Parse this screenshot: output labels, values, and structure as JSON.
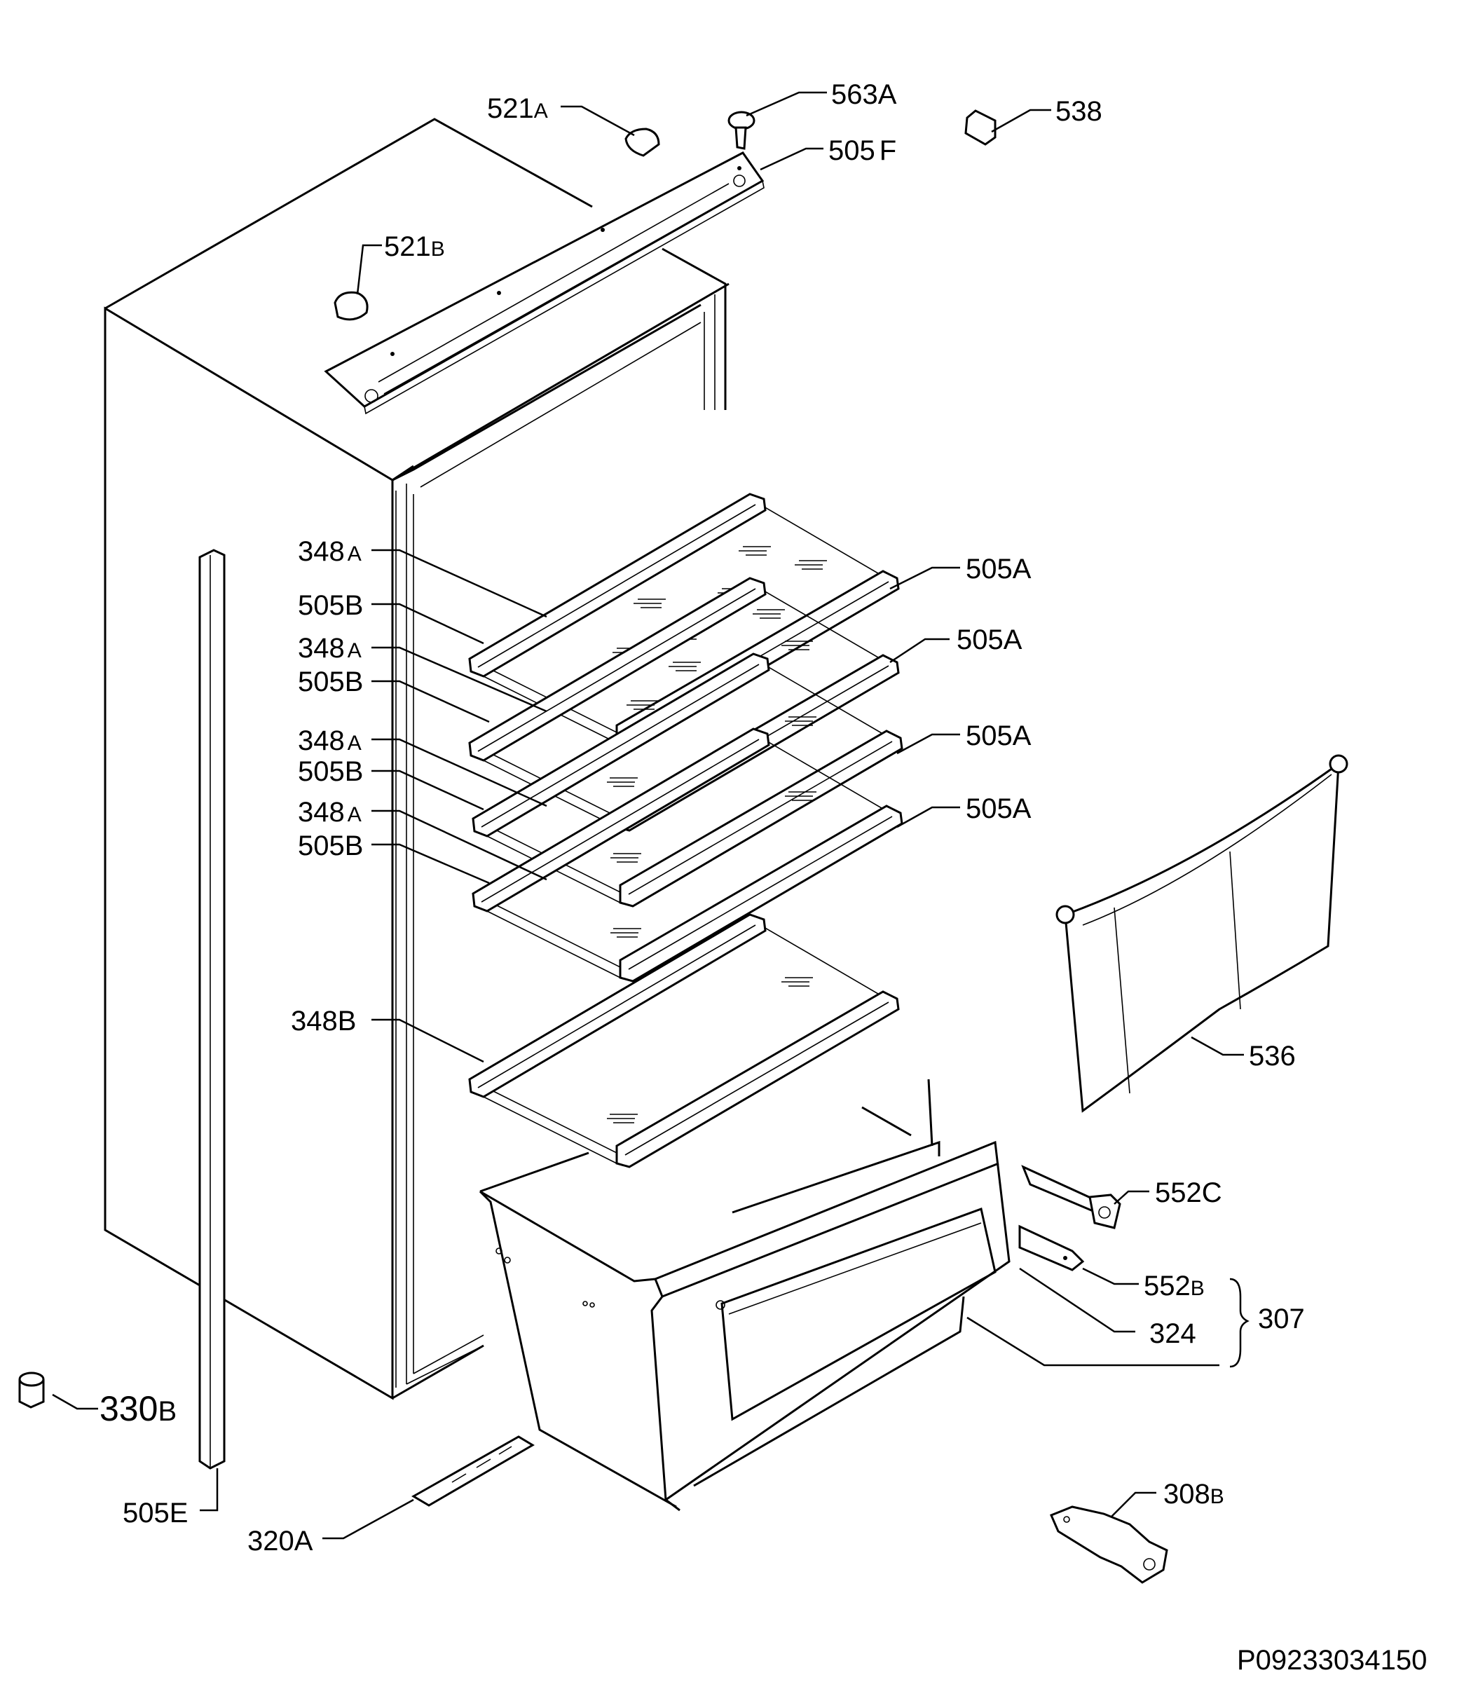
{
  "diagram": {
    "drawing_code": "P09233034150",
    "labels": {
      "l_521A": {
        "num": "521",
        "suf": "A"
      },
      "l_563A": {
        "num": "563A",
        "suf": ""
      },
      "l_538": {
        "num": "538",
        "suf": ""
      },
      "l_505F": {
        "num": "505",
        "suf": "F"
      },
      "l_521B": {
        "num": "521",
        "suf": "B"
      },
      "l_348A_1": {
        "num": "348",
        "suf": "A"
      },
      "l_505B_1": {
        "num": "505B",
        "suf": ""
      },
      "l_348A_2": {
        "num": "348",
        "suf": "A"
      },
      "l_505B_2": {
        "num": "505B",
        "suf": ""
      },
      "l_348A_3": {
        "num": "348",
        "suf": "A"
      },
      "l_505B_3": {
        "num": "505B",
        "suf": ""
      },
      "l_348A_4": {
        "num": "348",
        "suf": "A"
      },
      "l_505B_4": {
        "num": "505B",
        "suf": ""
      },
      "l_505A_1": {
        "num": "505A",
        "suf": ""
      },
      "l_505A_2": {
        "num": "505A",
        "suf": ""
      },
      "l_505A_3": {
        "num": "505A",
        "suf": ""
      },
      "l_505A_4": {
        "num": "505A",
        "suf": ""
      },
      "l_348B": {
        "num": "348B",
        "suf": ""
      },
      "l_536": {
        "num": "536",
        "suf": ""
      },
      "l_552C": {
        "num": "552C",
        "suf": ""
      },
      "l_552B": {
        "num": "552",
        "suf": "B"
      },
      "l_324": {
        "num": "324",
        "suf": ""
      },
      "l_307": {
        "num": "307",
        "suf": ""
      },
      "l_330B": {
        "num": "330",
        "suf": "B"
      },
      "l_505E": {
        "num": "505E",
        "suf": ""
      },
      "l_320A": {
        "num": "320A",
        "suf": ""
      },
      "l_308B": {
        "num": "308",
        "suf": "B"
      }
    }
  }
}
